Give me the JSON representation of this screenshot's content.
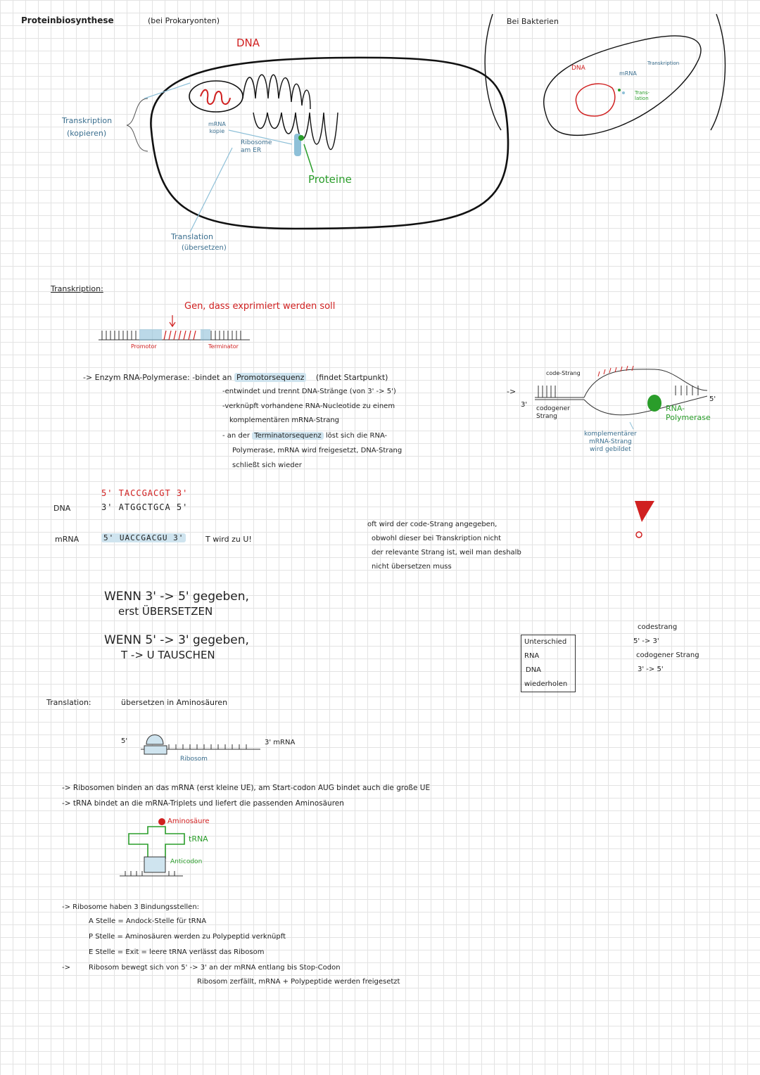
{
  "title": {
    "main": "Proteinbiosynthese",
    "note": "(bei Prokaryonten)"
  },
  "cell_diagram": {
    "dna_label": "DNA",
    "mrna_label": "mRNA\nkopie",
    "ribosome_label": "Ribosome\nam ER",
    "proteins_label": "Proteine",
    "transcription_label": "Transkription",
    "transcription_sub": "(kopieren)",
    "translation_label": "Translation",
    "translation_sub": "(übersetzen)"
  },
  "bacteria_diagram": {
    "heading": "Bei Bakterien",
    "dna_label": "DNA",
    "mrna_label": "mRNA",
    "transcription_label": "Transkription",
    "translation_label": "Trans-\nlation"
  },
  "transcription": {
    "heading": "Transkription:",
    "gene_label": "Gen, dass exprimiert werden soll",
    "promoter_label": "Promotor",
    "terminator_label": "Terminator",
    "line1_a": "-> Enzym RNA-Polymerase: -bindet an",
    "line1_hl": "Promotorsequenz",
    "line1_b": "(findet Startpunkt)",
    "line2": "-entwindet und trennt DNA-Stränge (von 3' -> 5')",
    "line3": "-verknüpft vorhandene RNA-Nucleotide zu einem",
    "line4": "komplementären mRNA-Strang",
    "line5_a": "- an der",
    "line5_hl": "Terminatorsequenz",
    "line5_b": "löst sich die RNA-",
    "line6": "Polymerase, mRNA wird freigesetzt, DNA-Strang",
    "line7": "schließt sich wieder"
  },
  "rna_pol_diagram": {
    "arrow": "->",
    "three_prime": "3'",
    "five_prime": "5'",
    "code_strand": "code-Strang",
    "codogen_strand": "codogener\nStrang",
    "rna_polymerase": "RNA-\nPolymerase",
    "complementary": "komplementärer\nmRNA-Strang\nwird gebildet"
  },
  "sequences": {
    "top_strand": "5' TACCGACGT 3'",
    "dna_label": "DNA",
    "bottom_strand": "3' ATGGCTGCA 5'",
    "mrna_label": "mRNA",
    "mrna_strand": "5' UACCGACGU 3'",
    "t_to_u": "T wird zu U!"
  },
  "code_strand_note": {
    "line1": "oft wird der code-Strang angegeben,",
    "line2": "obwohl dieser bei Transkription nicht",
    "line3": "der relevante Strang ist, weil man deshalb",
    "line4": "nicht übersetzen muss"
  },
  "rules": {
    "rule1_a": "WENN 3' -> 5' gegeben,",
    "rule1_b": "erst ÜBERSETZEN",
    "rule2_a": "WENN 5' -> 3' gegeben,",
    "rule2_b": "T -> U TAUSCHEN"
  },
  "difference_box": {
    "line1": "Unterschied",
    "line2": "RNA",
    "line3": "DNA",
    "line4": "wiederholen"
  },
  "strand_directions": {
    "code": "codestrang",
    "code_dir": "5' -> 3'",
    "codogen": "codogener Strang",
    "codogen_dir": "3' -> 5'"
  },
  "translation": {
    "heading": "Translation:",
    "sub": "übersetzen in Aminosäuren",
    "five_prime": "5'",
    "three_prime": "3' mRNA",
    "ribosome_label": "Ribosom",
    "line1": "-> Ribosomen binden an das mRNA (erst kleine UE), am Start-codon AUG bindet auch die große UE",
    "line2": "-> tRNA bindet an die mRNA-Triplets und liefert die passenden Aminosäuren",
    "amino_acid": "Aminosäure",
    "trna": "tRNA",
    "anticodon": "Anticodon",
    "sites_heading": "-> Ribosome haben 3 Bindungsstellen:",
    "a_site": "A Stelle = Andock-Stelle für tRNA",
    "p_site": "P Stelle = Aminosäuren werden zu Polypeptid verknüpft",
    "e_site": "E Stelle = Exit = leere tRNA verlässt das Ribosom",
    "move_a": "->",
    "move_b": "Ribosom bewegt sich von 5' -> 3' an der mRNA entlang bis Stop-Codon",
    "move_c": "Ribosom zerfällt, mRNA + Polypeptide werden freigesetzt"
  }
}
